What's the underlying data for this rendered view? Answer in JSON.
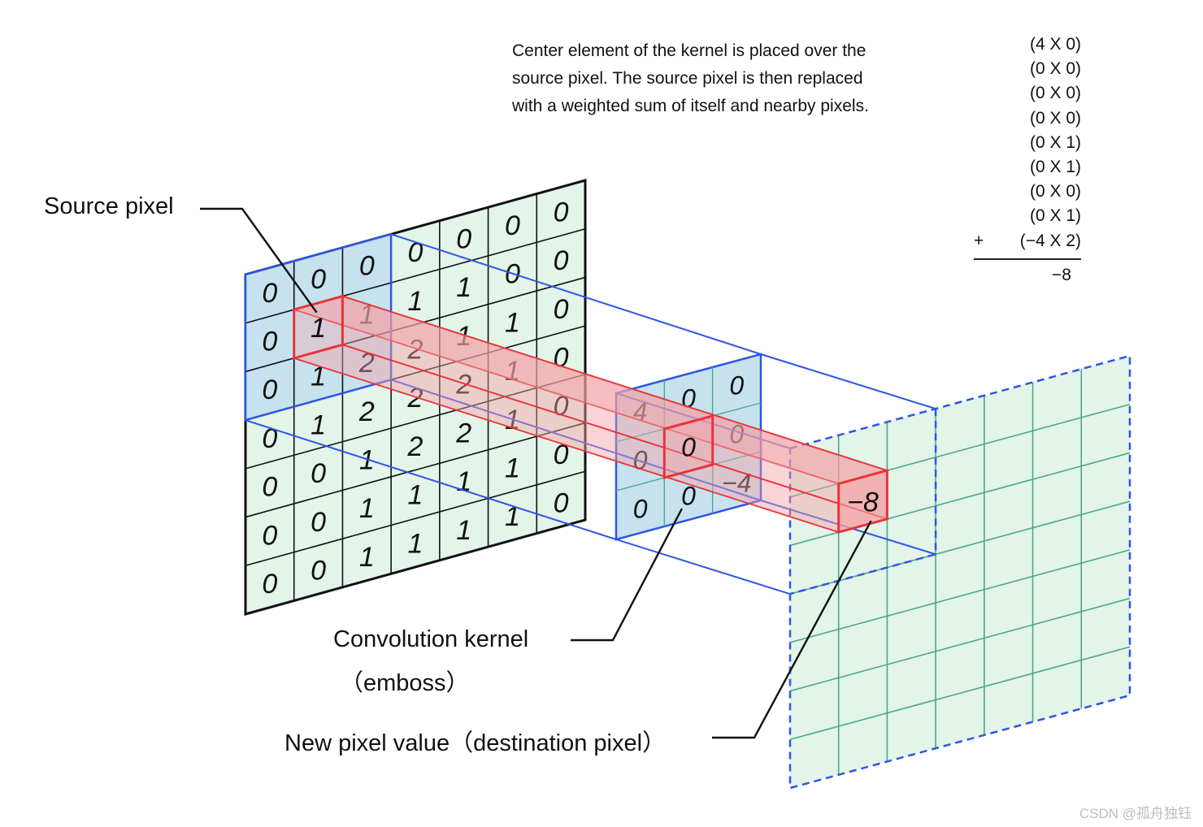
{
  "caption_lines": [
    "Center element of the kernel is placed over the",
    "source pixel. The source pixel is then replaced",
    "with a weighted sum of itself and nearby pixels."
  ],
  "calculation": {
    "terms": [
      "(4 X 0)",
      "(0 X 0)",
      "(0 X 0)",
      "(0 X 0)",
      "(0 X 1)",
      "(0 X 1)",
      "(0 X 0)",
      "(0 X 1)",
      "(−4 X 2)"
    ],
    "plus_sign": "+",
    "result": "−8"
  },
  "labels": {
    "source_pixel": "Source pixel",
    "kernel_line1": "Convolution kernel",
    "kernel_line2": "（emboss）",
    "destination": "New pixel value（destination pixel）"
  },
  "source_image": [
    [
      "0",
      "0",
      "0",
      "0",
      "0",
      "0",
      "0"
    ],
    [
      "0",
      "1",
      "1",
      "1",
      "1",
      "0",
      "0"
    ],
    [
      "0",
      "1",
      "2",
      "2",
      "1",
      "1",
      "0"
    ],
    [
      "0",
      "1",
      "2",
      "2",
      "2",
      "1",
      "0"
    ],
    [
      "0",
      "0",
      "1",
      "2",
      "2",
      "1",
      "0"
    ],
    [
      "0",
      "0",
      "1",
      "1",
      "1",
      "1",
      "0"
    ],
    [
      "0",
      "0",
      "1",
      "1",
      "1",
      "1",
      "0"
    ]
  ],
  "kernel": [
    [
      "4",
      "0",
      "0"
    ],
    [
      "0",
      "0",
      "0"
    ],
    [
      "0",
      "0",
      "−4"
    ]
  ],
  "destination_value": "−8",
  "watermark": "CSDN @孤舟独钰",
  "colors": {
    "grid_fill": "#e3f4e9",
    "window_fill": "#c6e2ef",
    "window_border": "#2f55e6",
    "highlight": "#e8343a",
    "beam_fill": "#f5a0a5",
    "dest_line": "#4aa988"
  }
}
